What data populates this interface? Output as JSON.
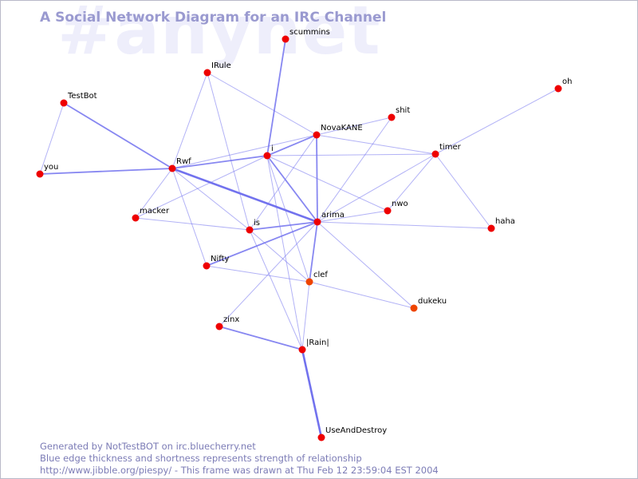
{
  "watermark": "#anynet",
  "title": "A Social Network Diagram for an IRC Channel",
  "footer": {
    "line1": "Generated by NotTestBOT on irc.bluecherry.net",
    "line2": "Blue edge thickness and shortness represents strength of relationship",
    "line3": "http://www.jibble.org/piespy/ - This frame was drawn at Thu Feb 12 23:59:04 EST 2004"
  },
  "colors": {
    "node": "#ee0000",
    "node_alt": "#ee4400",
    "edge": "#7272ee",
    "title": "#9a9ad0",
    "footer": "#7c7cb6",
    "watermark": "#eeeefb"
  },
  "nodes": [
    {
      "id": "scummins",
      "label": "scummins"
    },
    {
      "id": "IRule",
      "label": "IRule"
    },
    {
      "id": "oh",
      "label": "oh"
    },
    {
      "id": "TestBot",
      "label": "TestBot"
    },
    {
      "id": "shit",
      "label": "shit"
    },
    {
      "id": "NovaKANE",
      "label": "NovaKANE"
    },
    {
      "id": "timer",
      "label": "timer"
    },
    {
      "id": "i",
      "label": "i"
    },
    {
      "id": "Rwf",
      "label": "Rwf"
    },
    {
      "id": "you",
      "label": "you"
    },
    {
      "id": "nwo",
      "label": "nwo"
    },
    {
      "id": "macker",
      "label": "macker"
    },
    {
      "id": "arima",
      "label": "arima"
    },
    {
      "id": "haha",
      "label": "haha"
    },
    {
      "id": "is",
      "label": "is"
    },
    {
      "id": "Nifty",
      "label": "Nifty"
    },
    {
      "id": "clef",
      "label": "clef",
      "alt": true
    },
    {
      "id": "dukeku",
      "label": "dukeku",
      "alt": true
    },
    {
      "id": "zinx",
      "label": "zinx"
    },
    {
      "id": "Rain",
      "label": "|Rain|"
    },
    {
      "id": "UseAndDestroy",
      "label": "UseAndDestroy"
    }
  ],
  "edges": [
    {
      "a": "TestBot",
      "b": "you",
      "w": 1
    },
    {
      "a": "TestBot",
      "b": "Rwf",
      "w": 2
    },
    {
      "a": "you",
      "b": "Rwf",
      "w": 2
    },
    {
      "a": "IRule",
      "b": "Rwf",
      "w": 1
    },
    {
      "a": "IRule",
      "b": "NovaKANE",
      "w": 1
    },
    {
      "a": "IRule",
      "b": "is",
      "w": 1
    },
    {
      "a": "scummins",
      "b": "i",
      "w": 2
    },
    {
      "a": "Rwf",
      "b": "i",
      "w": 2
    },
    {
      "a": "Rwf",
      "b": "arima",
      "w": 3
    },
    {
      "a": "Rwf",
      "b": "is",
      "w": 1
    },
    {
      "a": "Rwf",
      "b": "macker",
      "w": 1
    },
    {
      "a": "Rwf",
      "b": "Nifty",
      "w": 1
    },
    {
      "a": "Rwf",
      "b": "NovaKANE",
      "w": 1
    },
    {
      "a": "i",
      "b": "NovaKANE",
      "w": 2
    },
    {
      "a": "i",
      "b": "arima",
      "w": 2
    },
    {
      "a": "i",
      "b": "timer",
      "w": 1
    },
    {
      "a": "i",
      "b": "nwo",
      "w": 1
    },
    {
      "a": "i",
      "b": "clef",
      "w": 1
    },
    {
      "a": "i",
      "b": "macker",
      "w": 1
    },
    {
      "a": "i",
      "b": "Rain",
      "w": 1
    },
    {
      "a": "NovaKANE",
      "b": "shit",
      "w": 1
    },
    {
      "a": "NovaKANE",
      "b": "arima",
      "w": 2
    },
    {
      "a": "NovaKANE",
      "b": "timer",
      "w": 1
    },
    {
      "a": "NovaKANE",
      "b": "is",
      "w": 1
    },
    {
      "a": "shit",
      "b": "arima",
      "w": 1
    },
    {
      "a": "oh",
      "b": "timer",
      "w": 1
    },
    {
      "a": "timer",
      "b": "arima",
      "w": 1
    },
    {
      "a": "timer",
      "b": "haha",
      "w": 1
    },
    {
      "a": "timer",
      "b": "nwo",
      "w": 1
    },
    {
      "a": "arima",
      "b": "nwo",
      "w": 1
    },
    {
      "a": "arima",
      "b": "haha",
      "w": 1
    },
    {
      "a": "arima",
      "b": "is",
      "w": 2
    },
    {
      "a": "arima",
      "b": "Nifty",
      "w": 2
    },
    {
      "a": "arima",
      "b": "clef",
      "w": 2
    },
    {
      "a": "arima",
      "b": "dukeku",
      "w": 1
    },
    {
      "a": "arima",
      "b": "zinx",
      "w": 1
    },
    {
      "a": "macker",
      "b": "is",
      "w": 1
    },
    {
      "a": "is",
      "b": "clef",
      "w": 1
    },
    {
      "a": "is",
      "b": "Rain",
      "w": 1
    },
    {
      "a": "Nifty",
      "b": "clef",
      "w": 1
    },
    {
      "a": "clef",
      "b": "dukeku",
      "w": 1
    },
    {
      "a": "clef",
      "b": "Rain",
      "w": 1
    },
    {
      "a": "zinx",
      "b": "Rain",
      "w": 2
    },
    {
      "a": "Rain",
      "b": "UseAndDestroy",
      "w": 3
    }
  ]
}
